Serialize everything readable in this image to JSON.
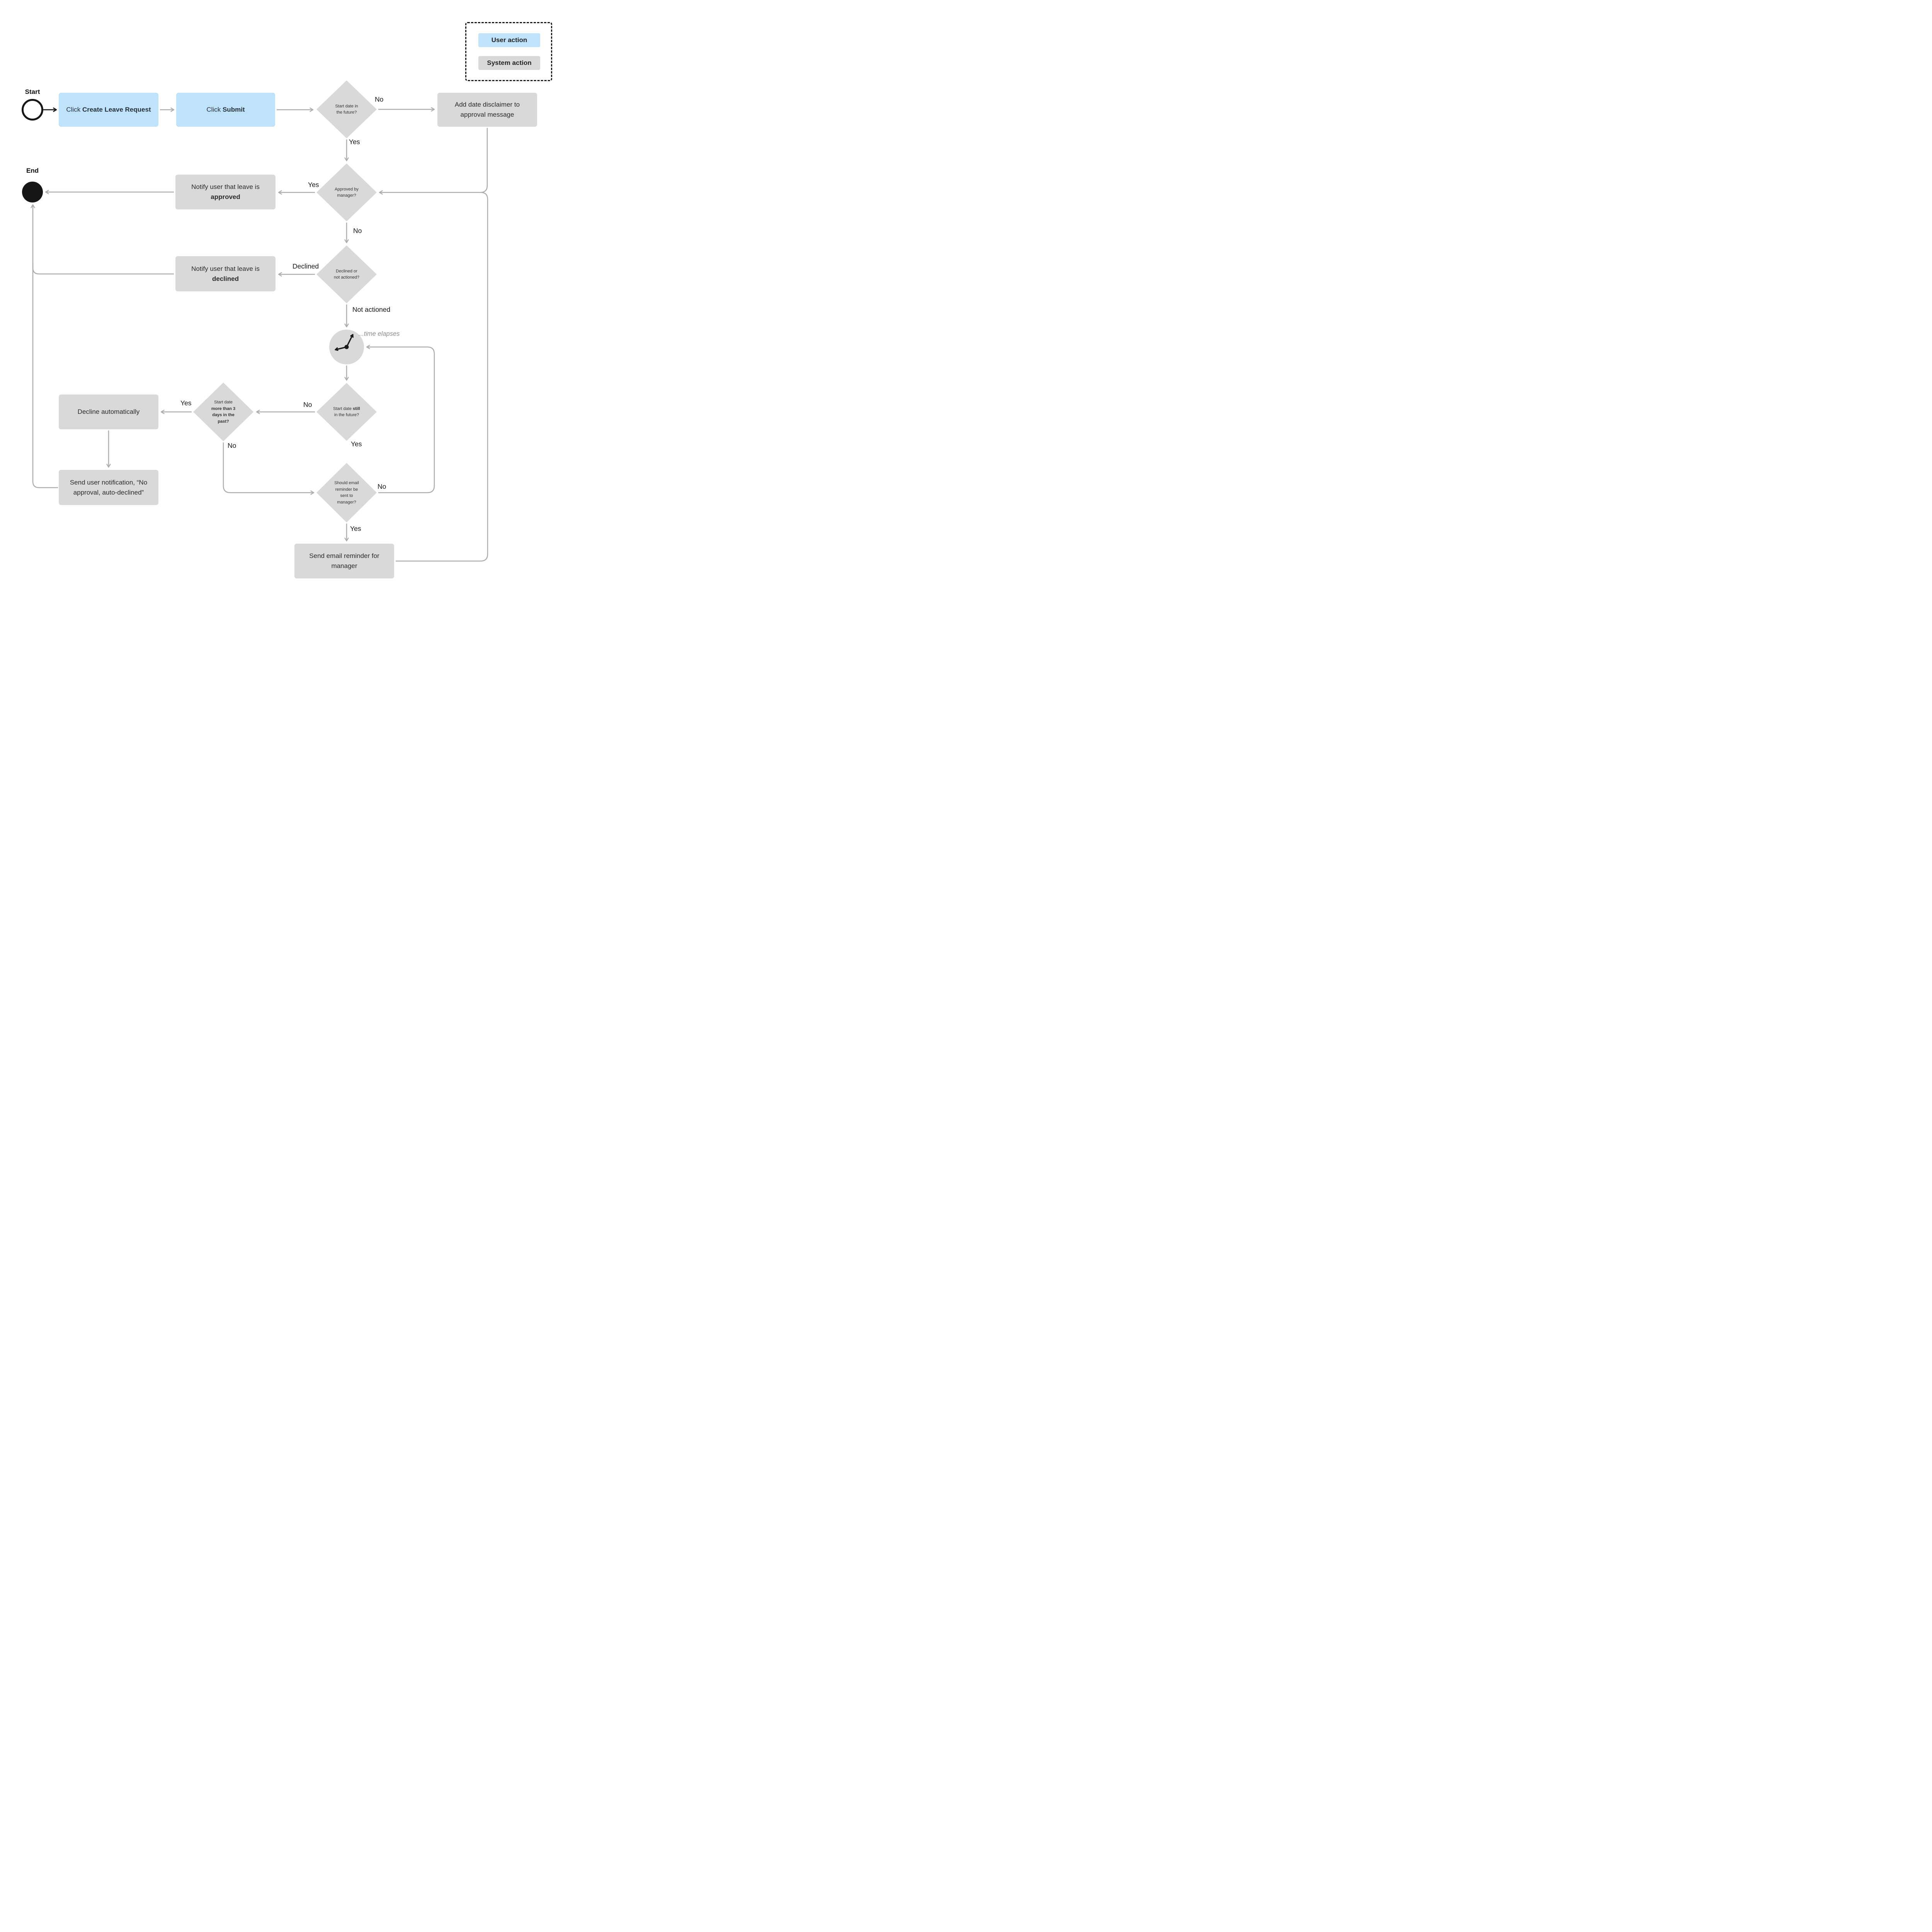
{
  "legend": {
    "user_action": "User action",
    "system_action": "System action"
  },
  "labels": {
    "start": "Start",
    "end": "End",
    "time_elapses": "...time elapses"
  },
  "nodes": {
    "click_create": {
      "pre": "Click ",
      "bold": "Create Leave Request"
    },
    "click_submit": {
      "pre": "Click ",
      "bold": "Submit"
    },
    "add_disclaimer": {
      "line1": "Add date disclaimer to",
      "line2": "approval message"
    },
    "notify_approved": {
      "line1": "Notify user that leave is",
      "line2_bold": "approved"
    },
    "notify_declined": {
      "line1": "Notify user that leave is",
      "line2_bold": "declined"
    },
    "decline_auto": {
      "line1": "Decline automatically"
    },
    "send_user_notification": {
      "line1": "Send user notification, “No",
      "line2": "approval, auto-declined”"
    },
    "send_email_reminder": {
      "line1": "Send email reminder for",
      "line2": "manager"
    }
  },
  "decisions": {
    "start_date_future": {
      "line1": "Start date in",
      "line2": "the future?"
    },
    "approved_by_manager": {
      "line1": "Approved by",
      "line2": "manager?"
    },
    "declined_or_not": {
      "line1": "Declined or",
      "line2": "not actioned?"
    },
    "start_date_still_future": {
      "pre": "Start date ",
      "bold": "still",
      "line2": "in the future?"
    },
    "more_than_3_days": {
      "line1": "Start date",
      "bold1": "more than 3",
      "bold2": "days in the",
      "bold3": "past?"
    },
    "should_email_reminder": {
      "line1": "Should email",
      "line2": "reminder be",
      "line3": "sent to",
      "line4": "manager?"
    }
  },
  "edge_labels": {
    "no1": "No",
    "yes1": "Yes",
    "yes2": "Yes",
    "no2": "No",
    "declined": "Declined",
    "not_actioned": "Not actioned",
    "no3": "No",
    "yes3": "Yes",
    "no4": "No",
    "yes4": "Yes",
    "no5": "No",
    "yes5": "Yes"
  },
  "colors": {
    "user_action_fill": "#BEE3FB",
    "system_action_fill": "#D9D9D9",
    "connector": "#ADADAD",
    "start_arrow": "#161616",
    "label_text": "#161616",
    "time_elapses_text": "#8C8C8C"
  }
}
